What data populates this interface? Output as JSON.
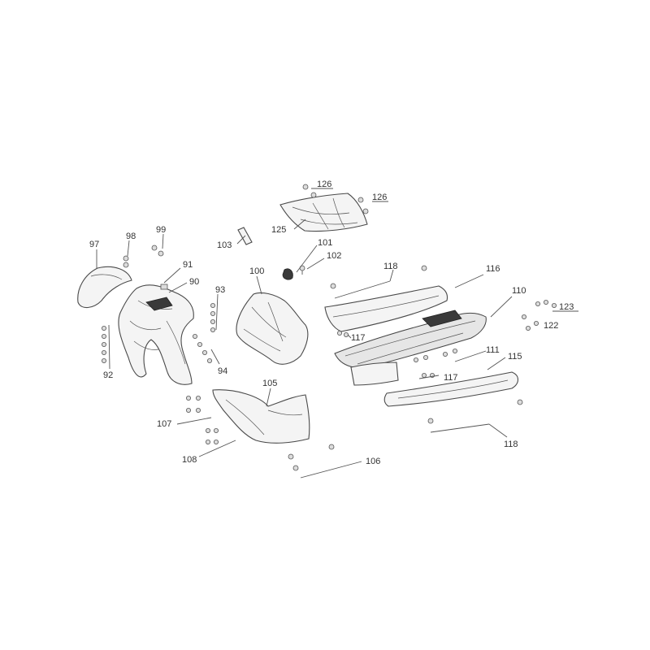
{
  "labels": {
    "l90": "90",
    "l91": "91",
    "l92": "92",
    "l93": "93",
    "l94": "94",
    "l97": "97",
    "l98": "98",
    "l99": "99",
    "l100": "100",
    "l101": "101",
    "l102": "102",
    "l103": "103",
    "l105": "105",
    "l106": "106",
    "l107": "107",
    "l108": "108",
    "l110": "110",
    "l111": "111",
    "l115": "115",
    "l116": "116",
    "l117a": "117",
    "l117b": "117",
    "l118a": "118",
    "l118b": "118",
    "l122": "122",
    "l123": "123",
    "l125": "125",
    "l126a": "126",
    "l126b": "126"
  },
  "colors": {
    "line": "#4a4a4a",
    "fill": "#f4f4f4",
    "text": "#333333"
  }
}
